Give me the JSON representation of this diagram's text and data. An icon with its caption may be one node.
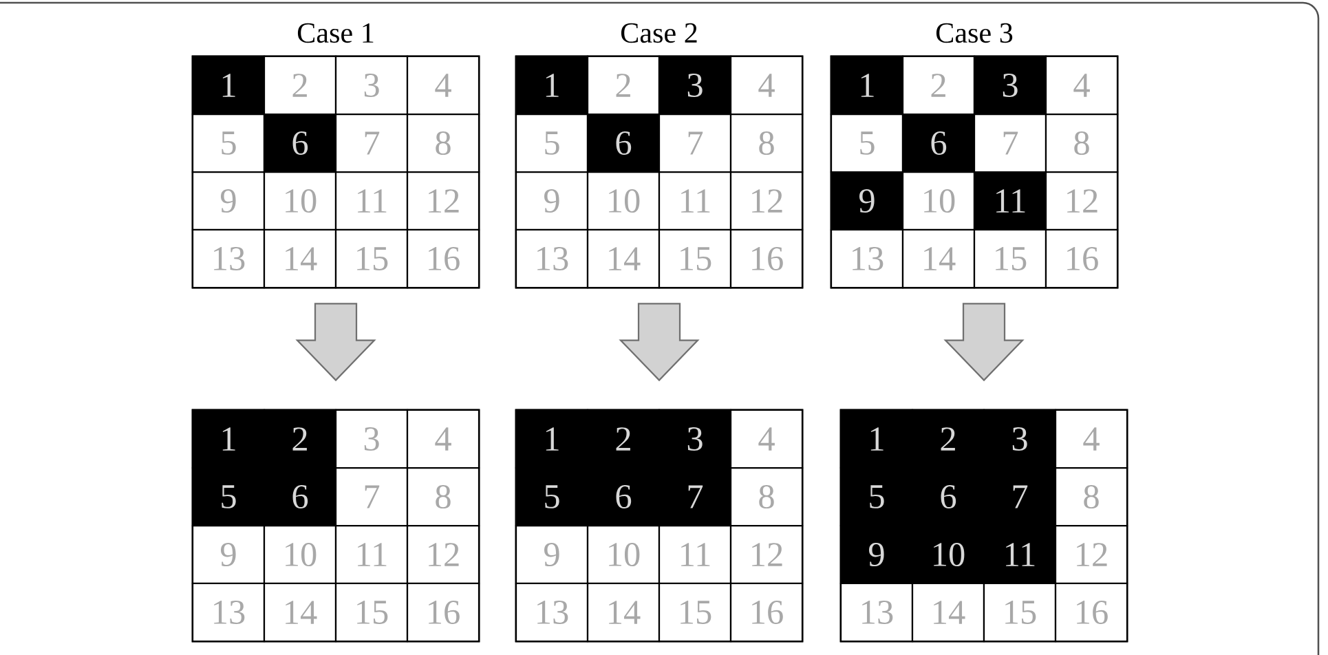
{
  "diagram": {
    "nodes": [
      {
        "text": [
          "Case 1"
        ]
      },
      {
        "text": [
          "1"
        ],
        "in": 0
      },
      {
        "text": [
          "2"
        ],
        "in": 0
      },
      {
        "text": [
          "3"
        ],
        "in": 0
      },
      {
        "text": [
          "4"
        ],
        "in": 0
      },
      {
        "text": [
          "5"
        ],
        "in": 0
      },
      {
        "text": [
          "6"
        ],
        "in": 0
      },
      {
        "text": [
          "7"
        ],
        "in": 0
      },
      {
        "text": [
          "8"
        ],
        "in": 0
      },
      {
        "text": [
          "9"
        ],
        "in": 0
      },
      {
        "text": [
          "10"
        ],
        "in": 0
      },
      {
        "text": [
          "11"
        ],
        "in": 0
      },
      {
        "text": [
          "12"
        ],
        "in": 0
      },
      {
        "text": [
          "13"
        ],
        "in": 0
      },
      {
        "text": [
          "14"
        ],
        "in": 0
      },
      {
        "text": [
          "15"
        ],
        "in": 0
      },
      {
        "text": [
          "16"
        ],
        "in": 0
      },
      {
        "text": [
          "Case 2"
        ]
      },
      {
        "text": [
          "1"
        ],
        "in": 17
      },
      {
        "text": [
          "2"
        ],
        "in": 17
      },
      {
        "text": [
          "3"
        ],
        "in": 17
      },
      {
        "text": [
          "4"
        ],
        "in": 17
      },
      {
        "text": [
          "5"
        ],
        "in": 17
      },
      {
        "text": [
          "6"
        ],
        "in": 17
      },
      {
        "text": [
          "7"
        ],
        "in": 17
      },
      {
        "text": [
          "8"
        ],
        "in": 17
      },
      {
        "text": [
          "9"
        ],
        "in": 17
      },
      {
        "text": [
          "10"
        ],
        "in": 17
      },
      {
        "text": [
          "11"
        ],
        "in": 17
      },
      {
        "text": [
          "12"
        ],
        "in": 17
      },
      {
        "text": [
          "13"
        ],
        "in": 17
      },
      {
        "text": [
          "14"
        ],
        "in": 17
      },
      {
        "text": [
          "15"
        ],
        "in": 17
      },
      {
        "text": [
          "16"
        ],
        "in": 17
      },
      {
        "text": [
          "Case 3"
        ]
      },
      {
        "text": [
          "1"
        ],
        "in": 34
      },
      {
        "text": [
          "2"
        ],
        "in": 34
      },
      {
        "text": [
          "3"
        ],
        "in": 34
      },
      {
        "text": [
          "4"
        ],
        "in": 34
      },
      {
        "text": [
          "5"
        ],
        "in": 34
      },
      {
        "text": [
          "6"
        ],
        "in": 34
      },
      {
        "text": [
          "7"
        ],
        "in": 34
      },
      {
        "text": [
          "8"
        ],
        "in": 34
      },
      {
        "text": [
          "9"
        ],
        "in": 34
      },
      {
        "text": [
          "10"
        ],
        "in": 34
      },
      {
        "text": [
          "11"
        ],
        "in": 34
      },
      {
        "text": [
          "12"
        ],
        "in": 34
      },
      {
        "text": [
          "13"
        ],
        "in": 34
      },
      {
        "text": [
          "14"
        ],
        "in": 34
      },
      {
        "text": [
          "15"
        ],
        "in": 34
      },
      {
        "text": [
          "16"
        ],
        "in": 34
      },
      {
        "text": [],
        "shape": "box"
      },
      {
        "text": [
          "1"
        ],
        "in": 51
      },
      {
        "text": [
          "2"
        ],
        "in": 51
      },
      {
        "text": [
          "3"
        ],
        "in": 51
      },
      {
        "text": [
          "4"
        ],
        "in": 51
      },
      {
        "text": [
          "5"
        ],
        "in": 51
      },
      {
        "text": [
          "6"
        ],
        "in": 51
      },
      {
        "text": [
          "7"
        ],
        "in": 51
      },
      {
        "text": [
          "8"
        ],
        "in": 51
      },
      {
        "text": [
          "9"
        ],
        "in": 51
      },
      {
        "text": [
          "10"
        ],
        "in": 51
      },
      {
        "text": [
          "11"
        ],
        "in": 51
      },
      {
        "text": [
          "12"
        ],
        "in": 51
      },
      {
        "text": [
          "13"
        ],
        "in": 51
      },
      {
        "text": [
          "14"
        ],
        "in": 51
      },
      {
        "text": [
          "15"
        ],
        "in": 51
      },
      {
        "text": [
          "16"
        ],
        "in": 51
      },
      {
        "text": [],
        "shape": "box"
      },
      {
        "text": [
          "1"
        ],
        "in": 68
      },
      {
        "text": [
          "2"
        ],
        "in": 68
      },
      {
        "text": [
          "3"
        ],
        "in": 68
      },
      {
        "text": [
          "4"
        ],
        "in": 68
      },
      {
        "text": [
          "5"
        ],
        "in": 68
      },
      {
        "text": [
          "6"
        ],
        "in": 68
      },
      {
        "text": [
          "7"
        ],
        "in": 68
      },
      {
        "text": [
          "8"
        ],
        "in": 68
      },
      {
        "text": [
          "9"
        ],
        "in": 68
      },
      {
        "text": [
          "10"
        ],
        "in": 68
      },
      {
        "text": [
          "11"
        ],
        "in": 68
      },
      {
        "text": [
          "12"
        ],
        "in": 68
      },
      {
        "text": [
          "13"
        ],
        "in": 68
      },
      {
        "text": [
          "14"
        ],
        "in": 68
      },
      {
        "text": [
          "15"
        ],
        "in": 68
      },
      {
        "text": [
          "16"
        ],
        "in": 68
      },
      {
        "text": [],
        "shape": "box"
      },
      {
        "text": [
          "1"
        ],
        "in": 85
      },
      {
        "text": [
          "2"
        ],
        "in": 85
      },
      {
        "text": [
          "3"
        ],
        "in": 85
      },
      {
        "text": [
          "4"
        ],
        "in": 85
      },
      {
        "text": [
          "5"
        ],
        "in": 85
      },
      {
        "text": [
          "6"
        ],
        "in": 85
      },
      {
        "text": [
          "7"
        ],
        "in": 85
      },
      {
        "text": [
          "8"
        ],
        "in": 85
      },
      {
        "text": [
          "9"
        ],
        "in": 85
      },
      {
        "text": [
          "10"
        ],
        "in": 85
      },
      {
        "text": [
          "11"
        ],
        "in": 85
      },
      {
        "text": [
          "12"
        ],
        "in": 85
      },
      {
        "text": [
          "13"
        ],
        "in": 85
      },
      {
        "text": [
          "14"
        ],
        "in": 85
      },
      {
        "text": [
          "15"
        ],
        "in": 85
      },
      {
        "text": [
          "16"
        ],
        "in": 85
      }
    ],
    "edges": [
      {
        "from": 0,
        "to": 51,
        "arrow": "to"
      },
      {
        "from": 17,
        "to": 68,
        "arrow": "to"
      },
      {
        "from": 34,
        "to": 85,
        "arrow": "to"
      }
    ]
  }
}
